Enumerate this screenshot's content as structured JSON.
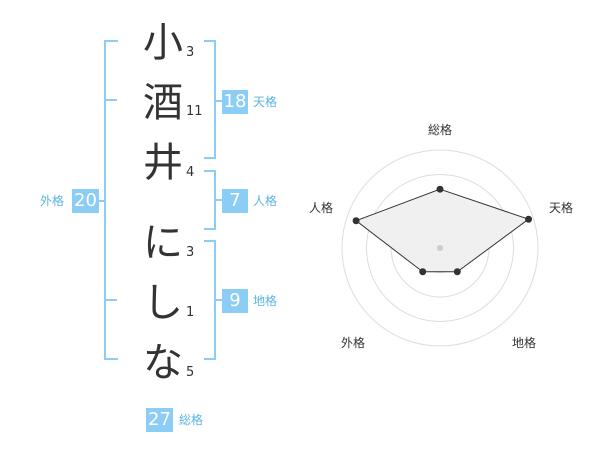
{
  "name_chars": [
    {
      "char": "小",
      "strokes": "3"
    },
    {
      "char": "酒",
      "strokes": "11"
    },
    {
      "char": "井",
      "strokes": "4"
    },
    {
      "char": "に",
      "strokes": "3"
    },
    {
      "char": "し",
      "strokes": "1"
    },
    {
      "char": "な",
      "strokes": "5"
    }
  ],
  "fortunes": {
    "tenkaku": {
      "value": "18",
      "label": "天格"
    },
    "jinkaku": {
      "value": "7",
      "label": "人格"
    },
    "chikaku": {
      "value": "9",
      "label": "地格"
    },
    "gaikaku": {
      "value": "20",
      "label": "外格"
    },
    "soukaku": {
      "value": "27",
      "label": "総格"
    }
  },
  "colors": {
    "accent": "#8ccdf5",
    "bracket": "#8ccdf5",
    "accent_text": "#5ab4e6"
  },
  "chart_data": {
    "type": "radar",
    "axes": [
      "総格",
      "天格",
      "地格",
      "外格",
      "人格"
    ],
    "values": [
      0.6,
      0.95,
      0.3,
      0.3,
      0.9
    ],
    "rlim": [
      0,
      1
    ],
    "rings": 4,
    "fill": "#f0f0f0",
    "stroke": "#333333"
  }
}
